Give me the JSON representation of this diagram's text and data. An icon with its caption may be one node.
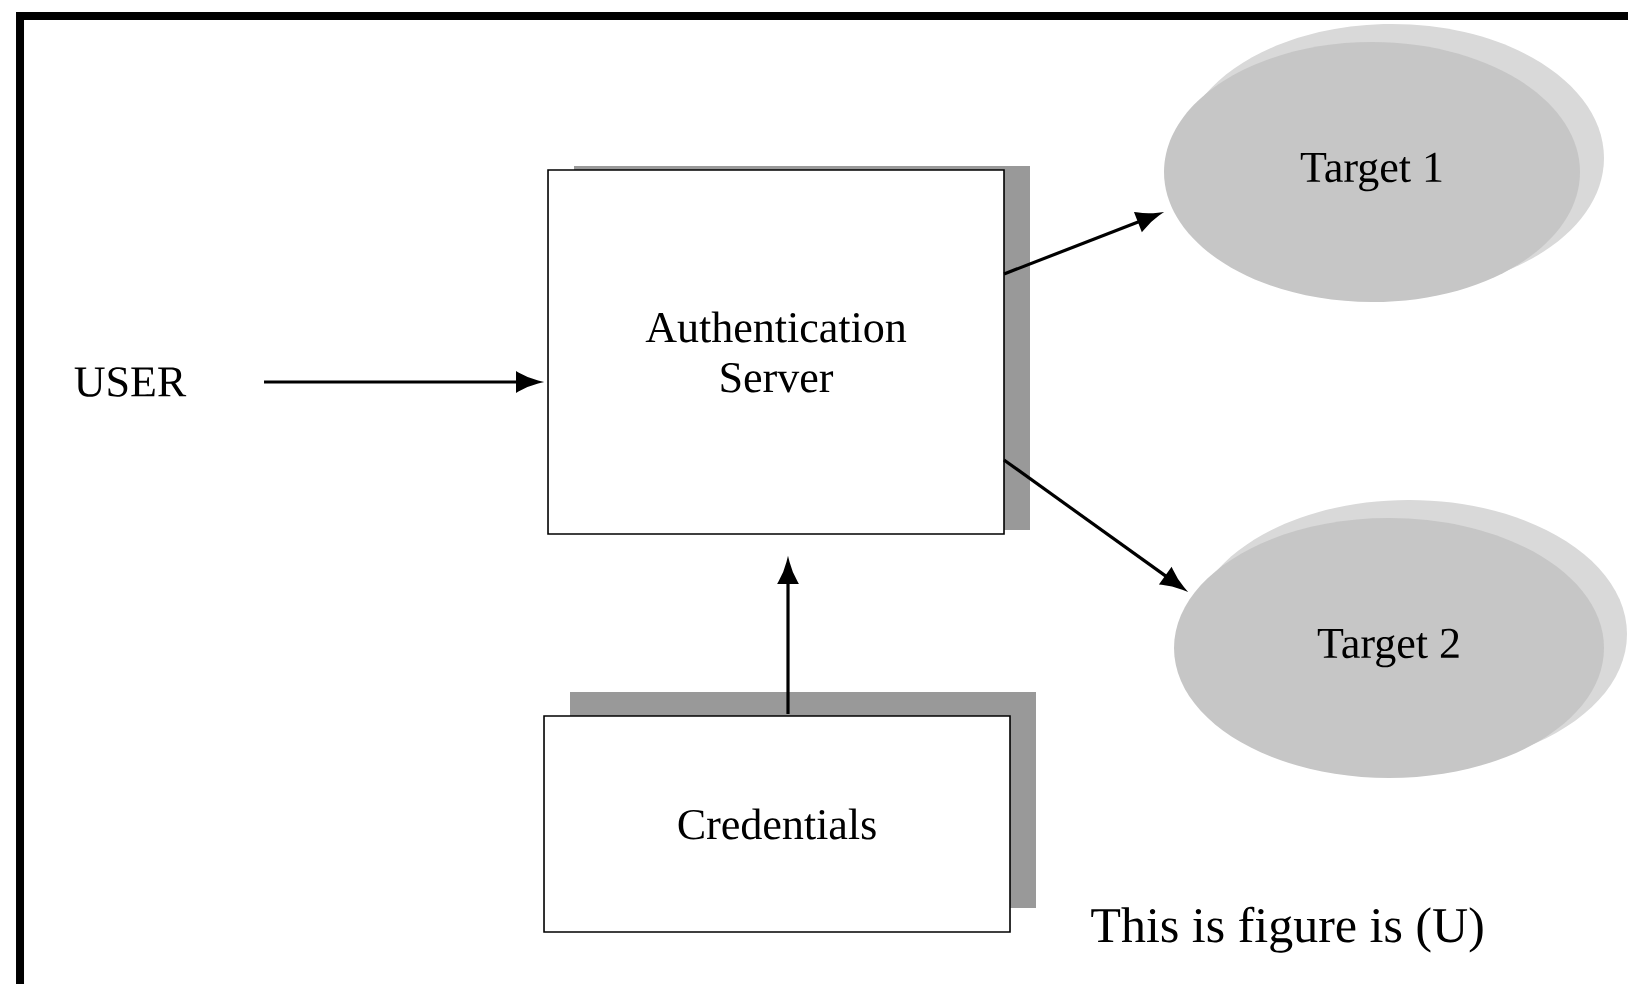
{
  "diagram": {
    "nodes": [
      {
        "text": [
          "USER"
        ]
      },
      {
        "text": [
          "Authentication Server"
        ]
      },
      {
        "text": [
          "Credentials"
        ]
      },
      {
        "text": [
          "Target 1"
        ]
      },
      {
        "text": [
          "Target 2"
        ]
      }
    ],
    "edges": [
      {
        "from": 0,
        "to": 1,
        "arrow": "to"
      },
      {
        "from": 2,
        "to": 1,
        "arrow": "to"
      },
      {
        "from": 1,
        "to": 3,
        "arrow": "to"
      },
      {
        "from": 1,
        "to": 4,
        "arrow": "to"
      }
    ],
    "labels": [
      "This is figure is (U)"
    ]
  }
}
